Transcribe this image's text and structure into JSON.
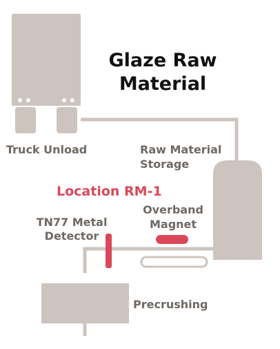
{
  "diagram": {
    "title_line1": "Glaze Raw",
    "title_line2": "Material",
    "labels": {
      "truck_unload": "Truck Unload",
      "raw_material_line1": "Raw Material",
      "raw_material_line2": "Storage",
      "location": "Location RM-1",
      "overband_line1": "Overband",
      "overband_line2": "Magnet",
      "detector_line1": "TN77 Metal",
      "detector_line2": "Detector",
      "precrushing": "Precrushing"
    },
    "colors": {
      "equipment": "#cdc4bf",
      "label_text": "#6f6964",
      "title_text": "#111111",
      "accent": "#d9485a"
    }
  }
}
